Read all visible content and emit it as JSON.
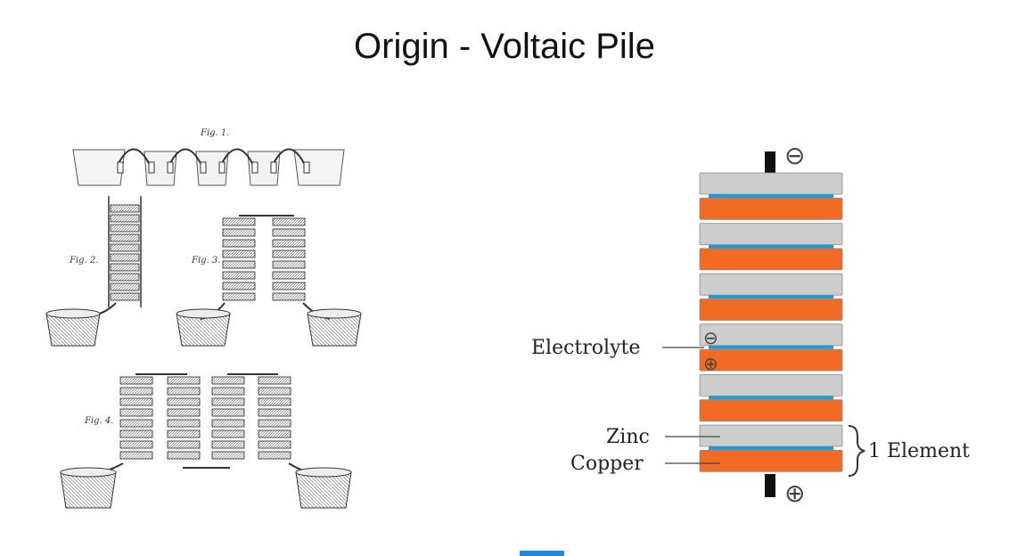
{
  "slide": {
    "title": "Origin - Voltaic Pile"
  },
  "engraving": {
    "figure_labels": [
      "Fig. 1.",
      "Fig. 2.",
      "Fig. 3.",
      "Fig. 4."
    ]
  },
  "pile": {
    "labels": {
      "electrolyte": "Electrolyte",
      "zinc": "Zinc",
      "copper": "Copper",
      "element": "1 Element"
    },
    "terminal_symbols": {
      "negative": "⊖",
      "positive": "⊕"
    },
    "layer_order_top_to_bottom": [
      "zinc",
      "copper",
      "zinc",
      "copper",
      "zinc",
      "copper",
      "zinc",
      "copper",
      "zinc",
      "copper",
      "zinc",
      "copper"
    ],
    "colors": {
      "zinc": "#cdcdcd",
      "copper": "#f26a24",
      "electrolyte": "#1e9bd7",
      "terminal": "#111111"
    }
  },
  "nav": {
    "accent_color": "#1e88e5"
  }
}
